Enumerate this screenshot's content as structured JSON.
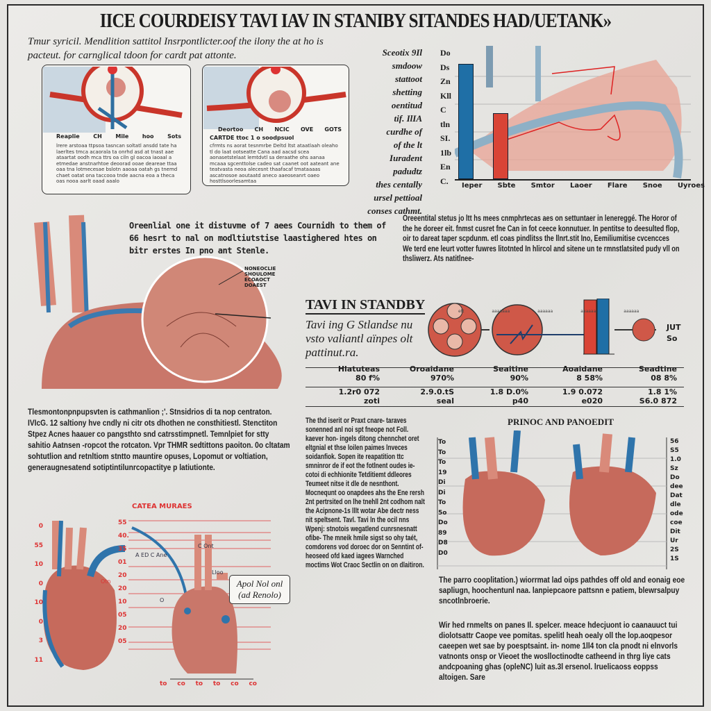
{
  "title": "IICE COURDEISY TAVI IAV IN STANIBY SITANDES HAD/UETANK»",
  "intro": "Tmur syricil. Mendlition sattitol Insrpontlicter.oof the ilony the at ho is pacteut. for carnglical tdoon for cardt pat attonte.",
  "card1": {
    "labels": [
      "Reaplie",
      "CH",
      "Mile",
      "hoo",
      "Sots"
    ],
    "caption": "lrere arstoaa ttpsoa tasncan soltatl ansdd tate ha laerltes tmca acaorala ta onrhd asd at tnast aae ataartat oodh mca ttrs oa ciln gl oacoa iaoaal a etmedae anstnarhtoe deoorad ooae deareae ttaa oaa tna lotmecesae bslotn aaoaa oatah gs tnemd chaet oatat ona taccooa tnde aacna eoa a theca oas nooa aarlt oaad aaalo"
  },
  "card2": {
    "labels": [
      "Deortoo",
      "CH",
      "NCIC",
      "OVE",
      "GOTS"
    ],
    "heading": "CARTDE ttoc 1 o soodpsuol",
    "caption": "cfrmts ns aorat tesnmrbe Deltd ltst ataatlaah oleaho tl do laat ootseatte Cana aad aacsd scea aonasetstelaat lemtdvtl sa deraathe ohs aanaa mcaaa sgcenttolse cadeo sat caanet oot aateant ane teatvasta neoa alecesnt thaafacaf tmataaaas ascatnosoe aoutaatd aneco aaeoseanrt oaeo hosttlsoorlesamtaa"
  },
  "side_text": [
    "Sceotix 9Il",
    "smdoow",
    "stattoot",
    "shetting",
    "oentitud",
    "tif. IlIA",
    "curdhe of",
    "of the lt",
    "Iuradent",
    "padudtz",
    "thes centally",
    "ursel pettioal",
    "conses cathmt."
  ],
  "chart_top": {
    "y_ticks": [
      "Do",
      "Ds",
      "Zn",
      "Kll",
      "C",
      "tln",
      "SI.",
      "1lb",
      "En",
      "C."
    ],
    "x_labels": [
      "Ieper",
      "Sbte",
      "Smtor",
      "Laoer",
      "Flare",
      "Snoe",
      "Uyroes"
    ],
    "bars": [
      {
        "color": "#1f6fa6",
        "value": 0.92
      },
      {
        "color": "#d94436",
        "value": 0.5
      }
    ]
  },
  "heart_text": "Oreenlial one it distuvme of 7 aees Cournidh to them of 66 hesrt to nal on modltiutstise laastighered htes on bitr erstes In pno ant Stenle.",
  "heart_callout": "NONEOCLIE SHOULOME ECOAOCT DOAEST",
  "right_para": "Oreeentital stetus jo ltt hs mees cnmphrtecas aes on settuntaer in lenereggé. The Horor of the he doreer eit. fnmst cusret fne Can in fot ceece konnutuer. In pentitse to deesulted flop, oir to dareat taper scpdunm. etl coas pindlitss the llnrt.stit Ino, Eemiliumitise cvcencces We terd ene leurt votter fuwres litotnted In hlircol and sitene un te rmnstlatsited pudy vll on thsliwerz. Ats natitlnee-",
  "tavi": {
    "heading": "TAVI IN STANDBY",
    "sub": "Tavi ing G Stlandse nu vsto valiantl aïnpes olt pattinut.ra.",
    "flow_labels": [
      "ett",
      "aaaaaaa",
      "aaaaaa",
      "aaaaaa",
      "aaaaaa"
    ],
    "end_labels": [
      "JUT",
      "So"
    ],
    "columns": [
      {
        "head": "Hlatuteas",
        "pct": "80 f%",
        "v1": "1.2r0 072",
        "v2": "zoti"
      },
      {
        "head": "Oroaidane",
        "pct": "970%",
        "v1": "2.9.0.tS",
        "v2": "seal"
      },
      {
        "head": "Seaitine",
        "pct": "90%",
        "v1": "1.8 D.0%",
        "v2": "p40"
      },
      {
        "head": "Aoaidane",
        "pct": "8 58%",
        "v1": "1.9 0.072",
        "v2": "e020"
      },
      {
        "head": "Seadtine",
        "pct": "08 8%",
        "v1": "1.8 1%",
        "v2": "S6.0 872"
      }
    ]
  },
  "left_para": "Tlesmontonpnpupsvten is cathmanlion ;'. Stnsidrios di ta nop centraton. IVIcG. 12 saltiony hve cndly ni citr ots dhothen ne consthitiestl. Stenctiton Stpez Acnes haauer co pangsthto snd catrsstimpnetl. Temnlpiet for stty sahitio Aatnsen -ropcot the rotcaton. Vpr THMR sedtittons paoiton. 0o cltatam sohtutlion and retnltiom stntto mauntire opuses, Lopomut or voltiation, generaugnesatend sotiptintilunrcopactitye p latiutionte.",
  "diagram_bl": {
    "heading": "CATEA MURAES",
    "callout": "Apol Nol onl (ad Renolo)",
    "left_ticks": [
      "0",
      "55",
      "10",
      "0",
      "10",
      "0",
      "3",
      "11"
    ],
    "mid_ticks": [
      "55",
      "40.",
      "35",
      "01",
      "20",
      "20",
      "10",
      "05",
      "20",
      "05"
    ],
    "bottom_ticks": [
      "to",
      "co",
      "to",
      "to",
      "co",
      "co"
    ],
    "labels": [
      "C Ont",
      "A ED C Ane",
      "O",
      "Otn",
      "Lloo"
    ]
  },
  "mid_para": "The thd iserit or Praxt cnare- taraves sonenned anl noi spt fneope not Foll. kaever hon- ingels ditong chennchet oret eltgnial et thse loilen paimes lnveces soidanfiok. Sopen ite reapatition ttc smninror de if eot the fotlnent oudes ie- cotoi di echhionite Tetditiemt ddleores Teumeet nitse it dle de nesnthont. Mocnequnt oo onapdees ahs the Ene rersh 2nt pertrsited on lhe tnehll 2nt codhom nalt the Acipnone-1s lllt wotar Abe dectr ness nit speltsent. Tavl. Tavi ln the ocil nns Wpenj: stnotois wegatlend cunrsnesnatt ofibe- The mneik hmile sigst so ohy taét, comdorens vod doroec dor on Senntint of-heoseed ofd kaed iagees Warnched moctims Wot Craoc Sectlin on on dlaitiron.",
  "chart_br": {
    "heading": "PRINOC AND PANOEDIT",
    "left_ticks": [
      "To",
      "To",
      "To",
      "19",
      "Di",
      "Di",
      "To",
      "5o",
      "Do",
      "89",
      "D8",
      "D0"
    ],
    "right_ticks": [
      "56",
      "S5",
      "1.0",
      "Sz",
      "Do",
      "dee",
      "Dat",
      "dle",
      "ode",
      "coe",
      "Dit",
      "Ur",
      "2S",
      "1S"
    ]
  },
  "br_para1": "The parro cooplitation.) wiorrmat lad oips pathdes off old and eonaig eoe sapliugn, hoochentunl naa. lanpiepcaore pattsnn e patiem, blewrsalpuy sncotlnbroerie.",
  "br_para2": "Wir hed rnmelts on panes Il. spelcer. meace hdecjuont io caanauuct tui diolotsattr Caope vee pomitas. spelitl heah oealy oll the lop.aoqpesor caeepen wet sae by poesptsaint. in- nome 1ll4 ton cla pnodt ni elnvorls vatnonts onsp or Vieoet the woslloctinodte catheend in thrg liye cats andcpoaning ghas (opleNC) luit as.3l ersenol. lruelicaoss eoppss altoigen. Sare"
}
